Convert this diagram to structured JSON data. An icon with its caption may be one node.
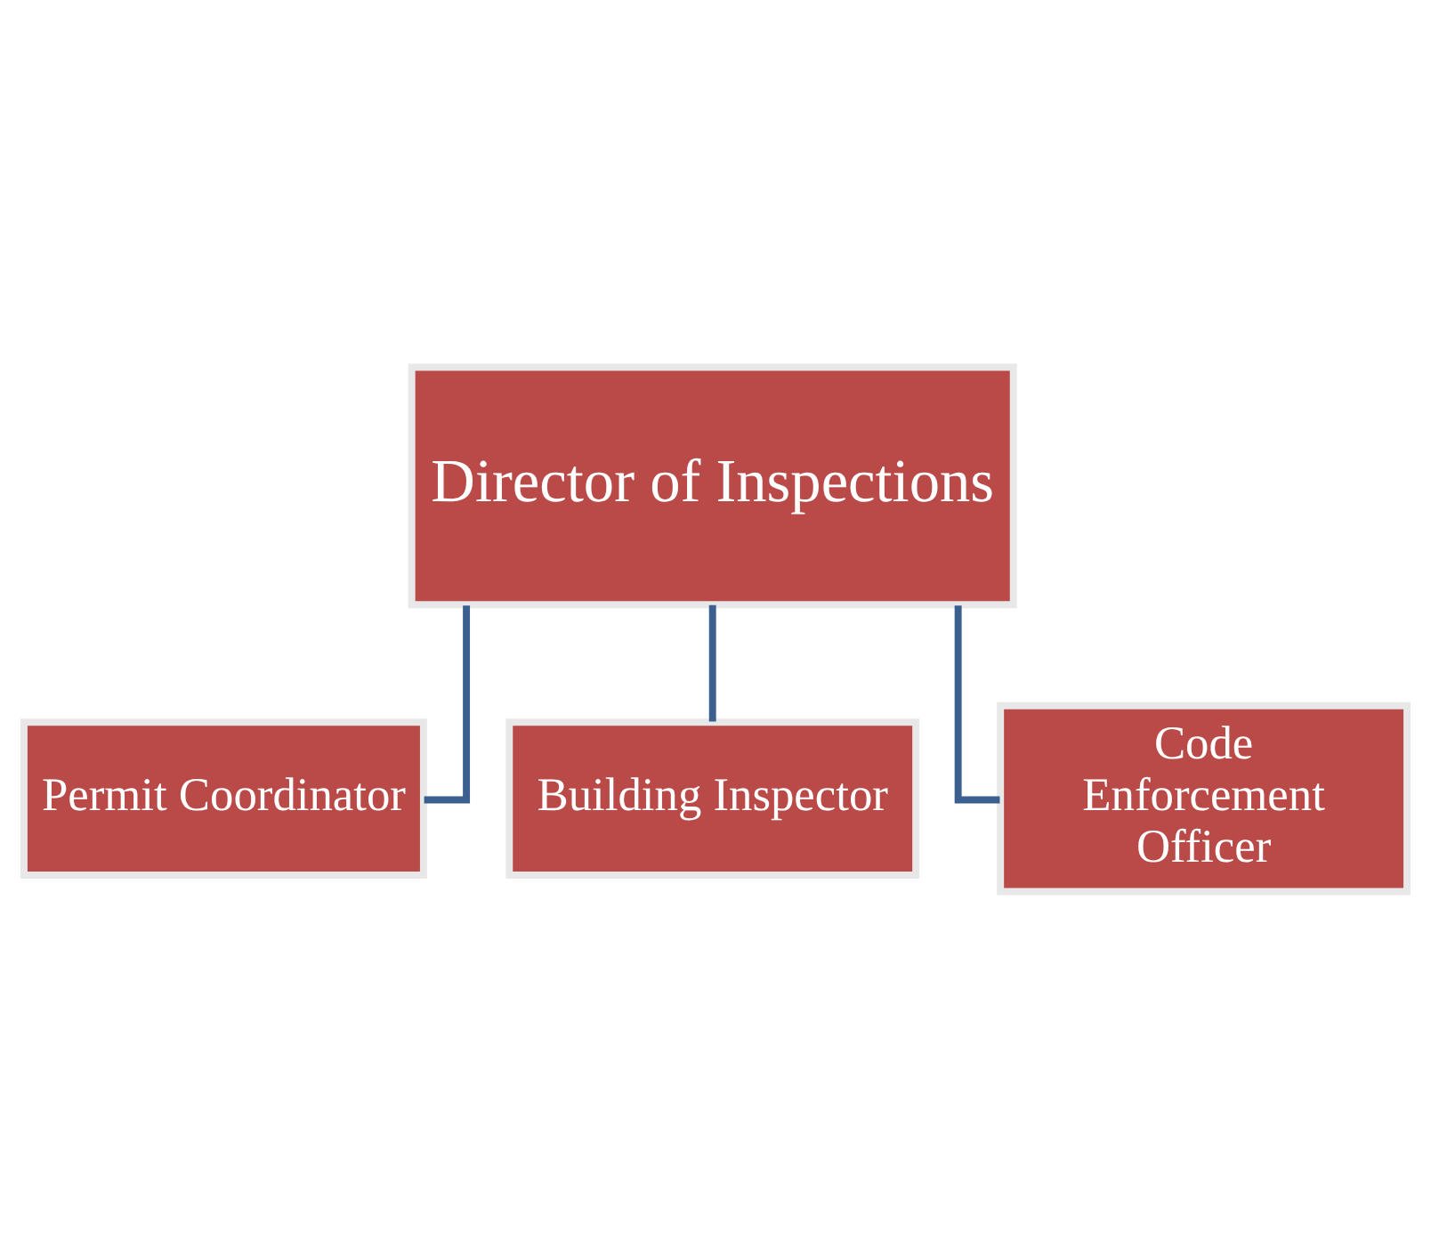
{
  "diagram": {
    "nodes": [
      {
        "text": [
          "Director of Inspections"
        ]
      },
      {
        "text": [
          "Permit Coordinator"
        ]
      },
      {
        "text": [
          "Building Inspector"
        ]
      },
      {
        "text": [
          "Code Enforcement Officer"
        ]
      }
    ],
    "edges": [
      {
        "from": 0,
        "to": 1,
        "arrow": "none"
      },
      {
        "from": 0,
        "to": 2,
        "arrow": "none"
      },
      {
        "from": 0,
        "to": 3,
        "arrow": "none"
      }
    ]
  }
}
